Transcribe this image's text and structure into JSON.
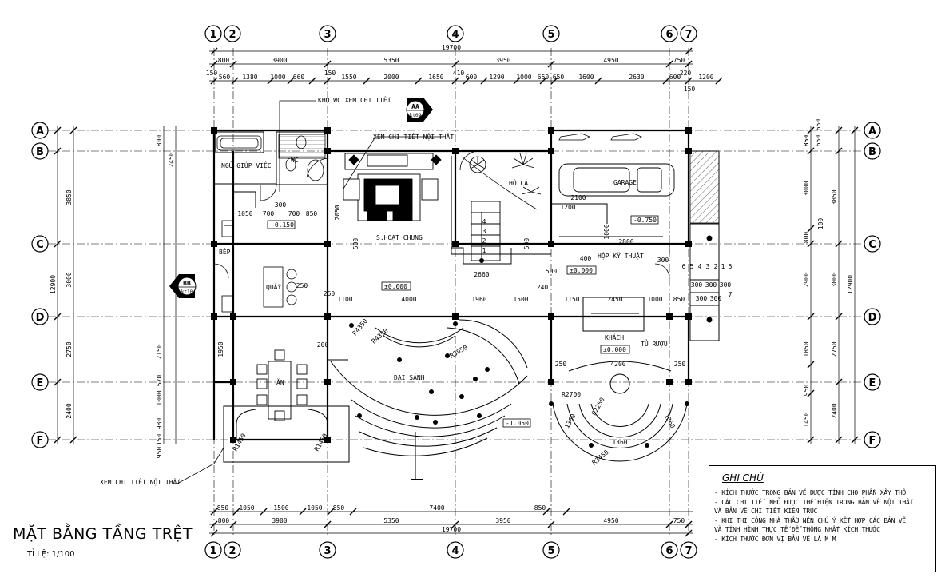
{
  "drawing": {
    "title": "MẶT BẰNG  TẦNG TRỆT",
    "scale": "TỈ LỆ: 1/100"
  },
  "axes": {
    "columns": [
      "1",
      "2",
      "3",
      "4",
      "5",
      "6",
      "7"
    ],
    "rows": [
      "A",
      "B",
      "C",
      "D",
      "E",
      "F"
    ]
  },
  "dims": {
    "total_width": "19700",
    "top_spans": [
      "800",
      "3900",
      "5350",
      "3950",
      "4950",
      "750"
    ],
    "top_detail": [
      "150",
      "560",
      "1380",
      "1000",
      "660",
      "150",
      "1550",
      "2000",
      "1650",
      "410",
      "600",
      "1290",
      "1000",
      "650",
      "650",
      "1600",
      "2630",
      "600",
      "220",
      "1200",
      "150"
    ],
    "bottom_detail": [
      "850",
      "1050",
      "1500",
      "1050",
      "850",
      "7400",
      "850"
    ],
    "bottom_spans": [
      "800",
      "3900",
      "5350",
      "3950",
      "4950",
      "750"
    ],
    "left_total": "12900",
    "left_spans": [
      "3850",
      "3000",
      "2750",
      "2400"
    ],
    "left_detail": [
      "800",
      "2450",
      "2150",
      "570",
      "1000",
      "980",
      "150",
      "950",
      "1950"
    ],
    "right_total": "12900",
    "right_spans": [
      "3850",
      "3000",
      "2750",
      "2400"
    ],
    "right_detail": [
      "850",
      "650",
      "800",
      "3000",
      "800",
      "2900",
      "1850",
      "950",
      "1450"
    ],
    "right_outer": [
      "650",
      "100"
    ],
    "inner": [
      "1050",
      "700",
      "700",
      "850",
      "300",
      "2050",
      "500",
      "250",
      "250",
      "1100",
      "4000",
      "1960",
      "1500",
      "240",
      "1150",
      "2450",
      "1000",
      "850",
      "2660",
      "500",
      "500",
      "2100",
      "1200",
      "2800",
      "1000",
      "200",
      "250",
      "4200",
      "250",
      "1360",
      "1360",
      "1360",
      "1360",
      "400",
      "300",
      "300",
      "300",
      "300",
      "300",
      "300",
      "7",
      "6",
      "5",
      "4",
      "3",
      "2",
      "1",
      "5",
      "4",
      "3",
      "2",
      "1"
    ]
  },
  "rooms": {
    "helper": "NGỦ GIÚP VIỆC",
    "wc": "WC",
    "kitchen": "BẾP",
    "bar": "QUẦY",
    "living": "S.HOẠT CHUNG",
    "dining": "ĂN",
    "hall": "ĐẠI SẢNH",
    "guest": "KHÁCH",
    "wine": "TỦ RƯỢU",
    "garage": "GARAGE",
    "pond": "HỒ CÁ",
    "tech": "HỘP KỸ THUẬT"
  },
  "levels": {
    "l_0150": "-0.150",
    "l_0000a": "±0.000",
    "l_0000b": "±0.000",
    "l_0000c": "±0.000",
    "l_0750": "-0.750",
    "l_1050": "-1.050"
  },
  "callouts": {
    "wc_detail": "KHU WC XEM CHI TIẾT",
    "interior_top": "XEM CHI TIẾT NỘI THẤT",
    "interior_bottom": "XEM CHI TIẾT NỘI THẤT"
  },
  "section_marks": {
    "aa": "AA",
    "aa_sheet": "kt09",
    "bb": "BB",
    "bb_sheet": "kt10"
  },
  "radii": [
    "R4350",
    "R4350",
    "R3950",
    "R1450",
    "R1450",
    "R2700",
    "R2250",
    "R3450"
  ],
  "notes": {
    "title": "GHI CHÚ",
    "lines": [
      "- KÍCH THƯỚC TRONG BẢN VẼ ĐƯỢC TÍNH CHO PHẦN XÂY THÔ",
      "- CÁC CHI TIẾT NHỎ ĐƯỢC THỂ HIỆN TRONG BẢN  VẼ NỘI THẤT",
      "VÀ  BẢN VẼ CHI TIẾT KIẾN TRÚC",
      "- KHI THI CÔNG NHÀ THẦU NÊN CHÚ Ý  KẾT HỢP CÁC BẢN VẼ",
      "VÀ  TÍNH HÌNH THỰC TẾ ĐỂ THỐNG NHẤT KÍCH THƯỚC",
      "- KÍCH THƯỚC ĐƠN VỊ BẢN VẼ LÀ M M"
    ]
  }
}
